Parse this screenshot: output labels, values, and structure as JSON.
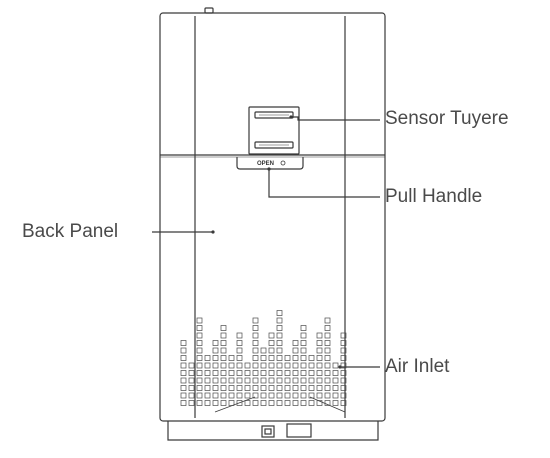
{
  "labels": {
    "sensor_tuyere": "Sensor Tuyere",
    "pull_handle": "Pull Handle",
    "back_panel": "Back Panel",
    "air_inlet": "Air Inlet",
    "open_marker": "OPEN"
  },
  "colors": {
    "line": "#3a3a3a",
    "text": "#4a4a4a"
  }
}
